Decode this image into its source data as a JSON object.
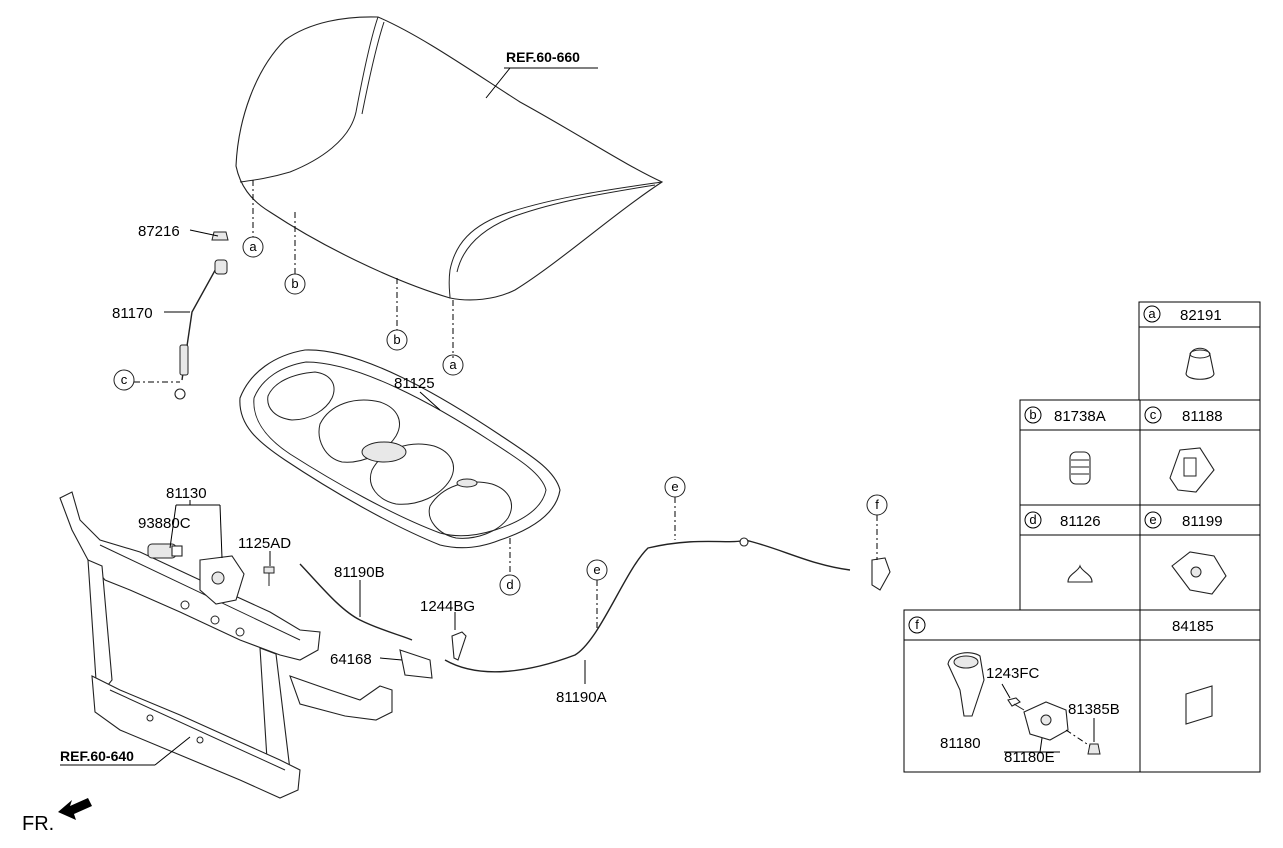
{
  "references": {
    "hood": "REF.60-660",
    "frame": "REF.60-640"
  },
  "front_marker": "FR.",
  "callouts": [
    {
      "key": "hood_ref_a_top",
      "letter": "a"
    },
    {
      "key": "hood_ref_b_left",
      "letter": "b"
    },
    {
      "key": "hood_ref_b_mid",
      "letter": "b"
    },
    {
      "key": "hood_ref_a_mid",
      "letter": "a"
    },
    {
      "key": "stay_ref_c",
      "letter": "c"
    },
    {
      "key": "insulator_ref_d",
      "letter": "d"
    },
    {
      "key": "cable_ref_e_top",
      "letter": "e"
    },
    {
      "key": "cable_ref_e_low",
      "letter": "e"
    },
    {
      "key": "handle_ref_f",
      "letter": "f"
    }
  ],
  "part_labels": [
    {
      "key": "p87216",
      "text": "87216"
    },
    {
      "key": "p81170",
      "text": "81170"
    },
    {
      "key": "p81125",
      "text": "81125"
    },
    {
      "key": "p81130",
      "text": "81130"
    },
    {
      "key": "p93880C",
      "text": "93880C"
    },
    {
      "key": "p1125AD",
      "text": "1125AD"
    },
    {
      "key": "p81190B",
      "text": "81190B"
    },
    {
      "key": "p1244BG",
      "text": "1244BG"
    },
    {
      "key": "p64168",
      "text": "64168"
    },
    {
      "key": "p81190A",
      "text": "81190A"
    }
  ],
  "parts_table": {
    "row_a": {
      "letter": "a",
      "part": "82191"
    },
    "row_b": {
      "letter": "b",
      "part": "81738A"
    },
    "row_c": {
      "letter": "c",
      "part": "81188"
    },
    "row_d": {
      "letter": "d",
      "part": "81126"
    },
    "row_e": {
      "letter": "e",
      "part": "81199"
    },
    "row_f": {
      "letter": "f",
      "right_part": "84185",
      "items": [
        "1243FC",
        "81385B",
        "81180",
        "81180E"
      ]
    }
  }
}
